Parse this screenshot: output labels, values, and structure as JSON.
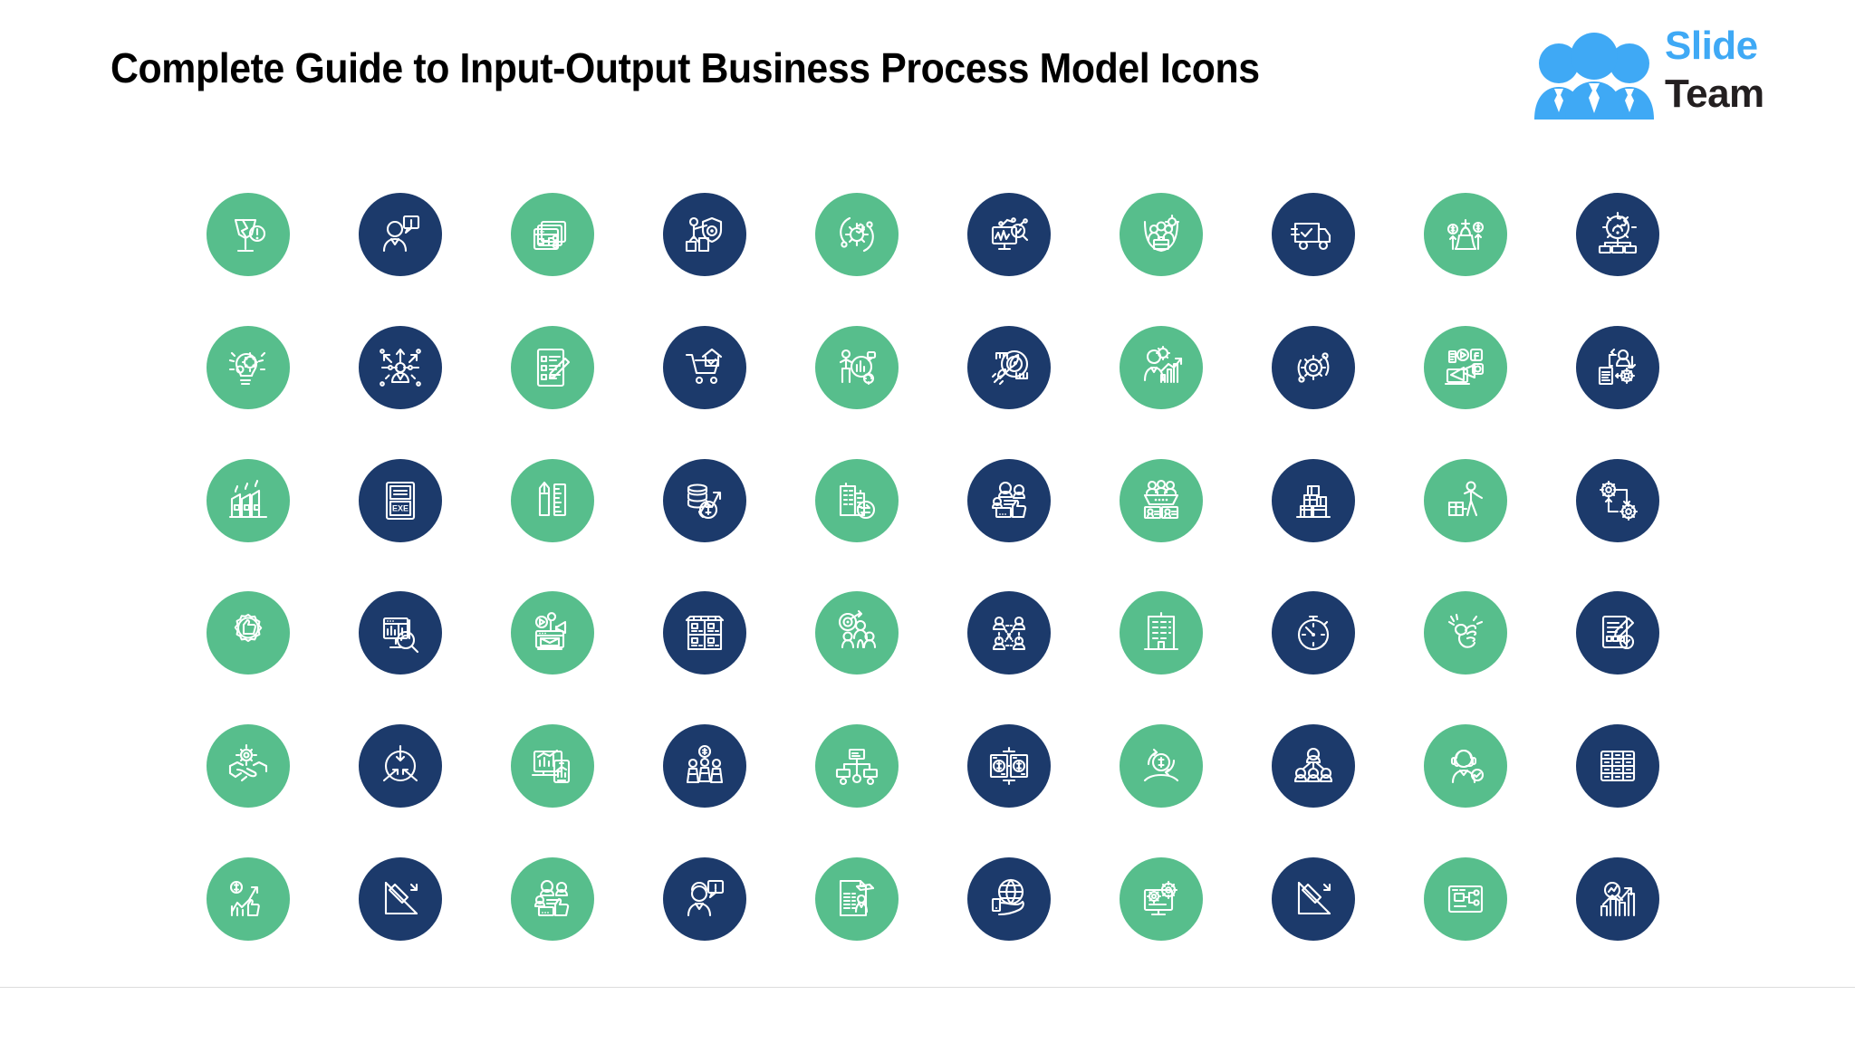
{
  "header": {
    "title": "Complete Guide to Input-Output Business Process Model Icons"
  },
  "logo": {
    "name": "SlideTeam",
    "word_primary": "Slide",
    "word_secondary": "Team",
    "icon": "three-people-group-icon",
    "primary_color": "#3FA9F5",
    "secondary_color": "#231F20"
  },
  "theme": {
    "background": "#FFFFFF",
    "green": "#57BE8C",
    "navy": "#1C3A6B",
    "glyph": "#FFFFFF",
    "title_color": "#000000",
    "divider": "#DCDCDC"
  },
  "grid": {
    "columns": 10,
    "rows": 6,
    "total_icons": 60,
    "shape": "circle",
    "color_pattern": "alternating green / navy, starting green"
  },
  "icons": [
    {
      "row": 1,
      "col": 1,
      "name": "broken-glass-warning-icon",
      "color": "green"
    },
    {
      "row": 1,
      "col": 2,
      "name": "person-alert-speech-bubble-icon",
      "color": "navy"
    },
    {
      "row": 1,
      "col": 3,
      "name": "browser-windows-network-icon",
      "color": "green"
    },
    {
      "row": 1,
      "col": 4,
      "name": "person-shield-security-icon",
      "color": "navy"
    },
    {
      "row": 1,
      "col": 5,
      "name": "gear-process-cycle-icon",
      "color": "green"
    },
    {
      "row": 1,
      "col": 6,
      "name": "monitor-data-analysis-icon",
      "color": "navy"
    },
    {
      "row": 1,
      "col": 7,
      "name": "team-briefcase-gear-icon",
      "color": "green"
    },
    {
      "row": 1,
      "col": 8,
      "name": "delivery-truck-check-icon",
      "color": "navy"
    },
    {
      "row": 1,
      "col": 9,
      "name": "chess-king-dollar-growth-icon",
      "color": "green"
    },
    {
      "row": 1,
      "col": 10,
      "name": "gear-hierarchy-network-icon",
      "color": "navy"
    },
    {
      "row": 2,
      "col": 1,
      "name": "lightbulb-gear-idea-icon",
      "color": "green"
    },
    {
      "row": 2,
      "col": 2,
      "name": "person-multiple-arrows-icon",
      "color": "navy"
    },
    {
      "row": 2,
      "col": 3,
      "name": "checklist-pen-icon",
      "color": "green"
    },
    {
      "row": 2,
      "col": 4,
      "name": "shopping-cart-home-check-icon",
      "color": "navy"
    },
    {
      "row": 2,
      "col": 5,
      "name": "person-magnifier-chart-icon",
      "color": "green"
    },
    {
      "row": 2,
      "col": 6,
      "name": "rocket-target-launch-icon",
      "color": "navy"
    },
    {
      "row": 2,
      "col": 7,
      "name": "person-gear-growth-chart-icon",
      "color": "green"
    },
    {
      "row": 2,
      "col": 8,
      "name": "gear-orbit-settings-icon",
      "color": "navy"
    },
    {
      "row": 2,
      "col": 9,
      "name": "social-media-megaphone-icon",
      "color": "green"
    },
    {
      "row": 2,
      "col": 10,
      "name": "document-person-gear-flow-icon",
      "color": "navy"
    },
    {
      "row": 3,
      "col": 1,
      "name": "factory-industry-icon",
      "color": "green"
    },
    {
      "row": 3,
      "col": 2,
      "name": "exe-file-icon",
      "color": "navy"
    },
    {
      "row": 3,
      "col": 3,
      "name": "pencil-ruler-design-icon",
      "color": "green"
    },
    {
      "row": 3,
      "col": 4,
      "name": "coins-growth-arrow-icon",
      "color": "navy"
    },
    {
      "row": 3,
      "col": 5,
      "name": "buildings-exchange-icon",
      "color": "green"
    },
    {
      "row": 3,
      "col": 6,
      "name": "customer-feedback-thumbs-up-icon",
      "color": "navy"
    },
    {
      "row": 3,
      "col": 7,
      "name": "team-meeting-table-icon",
      "color": "green"
    },
    {
      "row": 3,
      "col": 8,
      "name": "stacked-boxes-warehouse-icon",
      "color": "navy"
    },
    {
      "row": 3,
      "col": 9,
      "name": "person-box-delivery-icon",
      "color": "green"
    },
    {
      "row": 3,
      "col": 10,
      "name": "gears-process-flow-icon",
      "color": "navy"
    },
    {
      "row": 4,
      "col": 1,
      "name": "thumbs-up-badge-icon",
      "color": "green"
    },
    {
      "row": 4,
      "col": 2,
      "name": "monitor-magnifier-analytics-icon",
      "color": "navy"
    },
    {
      "row": 4,
      "col": 3,
      "name": "digital-marketing-email-icon",
      "color": "green"
    },
    {
      "row": 4,
      "col": 4,
      "name": "storage-shelves-inventory-icon",
      "color": "navy"
    },
    {
      "row": 4,
      "col": 5,
      "name": "target-team-goal-icon",
      "color": "green"
    },
    {
      "row": 4,
      "col": 6,
      "name": "network-people-connection-icon",
      "color": "navy"
    },
    {
      "row": 4,
      "col": 7,
      "name": "office-building-icon",
      "color": "green"
    },
    {
      "row": 4,
      "col": 8,
      "name": "stopwatch-speed-icon",
      "color": "navy"
    },
    {
      "row": 4,
      "col": 9,
      "name": "ok-hand-gesture-icon",
      "color": "green"
    },
    {
      "row": 4,
      "col": 10,
      "name": "document-checklist-edit-icon",
      "color": "navy"
    },
    {
      "row": 5,
      "col": 1,
      "name": "handshake-team-gear-icon",
      "color": "green"
    },
    {
      "row": 5,
      "col": 2,
      "name": "arrows-converge-focus-icon",
      "color": "navy"
    },
    {
      "row": 5,
      "col": 3,
      "name": "monitor-mobile-chart-icon",
      "color": "green"
    },
    {
      "row": 5,
      "col": 4,
      "name": "people-dollar-funding-icon",
      "color": "navy"
    },
    {
      "row": 5,
      "col": 5,
      "name": "org-chart-hierarchy-icon",
      "color": "green"
    },
    {
      "row": 5,
      "col": 6,
      "name": "global-finance-dollar-icon",
      "color": "navy"
    },
    {
      "row": 5,
      "col": 7,
      "name": "hand-dollar-recycle-icon",
      "color": "green"
    },
    {
      "row": 5,
      "col": 8,
      "name": "people-network-connect-icon",
      "color": "navy"
    },
    {
      "row": 5,
      "col": 9,
      "name": "support-agent-headset-icon",
      "color": "green"
    },
    {
      "row": 5,
      "col": 10,
      "name": "spreadsheet-table-icon",
      "color": "navy"
    },
    {
      "row": 6,
      "col": 1,
      "name": "dollar-growth-hand-chart-icon",
      "color": "green"
    },
    {
      "row": 6,
      "col": 2,
      "name": "declining-chart-down-arrow-icon",
      "color": "navy"
    },
    {
      "row": 6,
      "col": 3,
      "name": "customer-review-thumbs-up-icon",
      "color": "green"
    },
    {
      "row": 6,
      "col": 4,
      "name": "businessman-speech-alert-icon",
      "color": "navy"
    },
    {
      "row": 6,
      "col": 5,
      "name": "report-document-person-icon",
      "color": "green"
    },
    {
      "row": 6,
      "col": 6,
      "name": "hand-globe-network-icon",
      "color": "navy"
    },
    {
      "row": 6,
      "col": 7,
      "name": "monitor-gears-settings-icon",
      "color": "green"
    },
    {
      "row": 6,
      "col": 8,
      "name": "declining-chart-down-arrow-icon",
      "color": "navy"
    },
    {
      "row": 6,
      "col": 9,
      "name": "circuit-board-device-icon",
      "color": "green"
    },
    {
      "row": 6,
      "col": 10,
      "name": "growth-chart-magnifier-icon",
      "color": "navy"
    }
  ]
}
